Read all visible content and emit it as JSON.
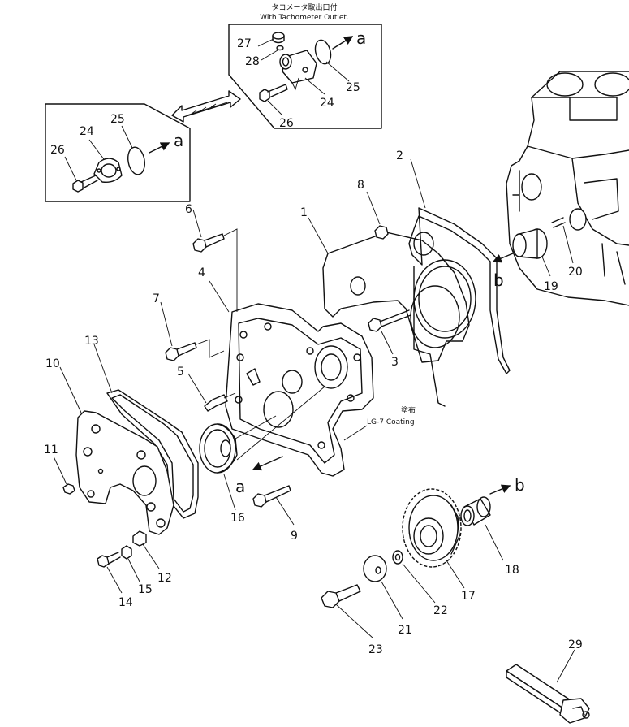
{
  "tacho_note_jp": "タコメータ取出口付",
  "tacho_note_en": "With Tachometer Outlet.",
  "coating_note_jp": "塗布",
  "coating_note_en": "LG-7 Coating",
  "letters": {
    "a": "a",
    "b": "b"
  },
  "callouts": {
    "n1": "1",
    "n2": "2",
    "n3": "3",
    "n4": "4",
    "n5": "5",
    "n6": "6",
    "n7": "7",
    "n8": "8",
    "n9": "9",
    "n10": "10",
    "n11": "11",
    "n12": "12",
    "n13": "13",
    "n14": "14",
    "n15": "15",
    "n16": "16",
    "n17": "17",
    "n18": "18",
    "n19": "19",
    "n20": "20",
    "n21": "21",
    "n22": "22",
    "n23": "23",
    "n24_std": "24",
    "n25_std": "25",
    "n26_std": "26",
    "n24_tacho": "24",
    "n25_tacho": "25",
    "n26_tacho": "26",
    "n27": "27",
    "n28": "28",
    "n29": "29"
  }
}
